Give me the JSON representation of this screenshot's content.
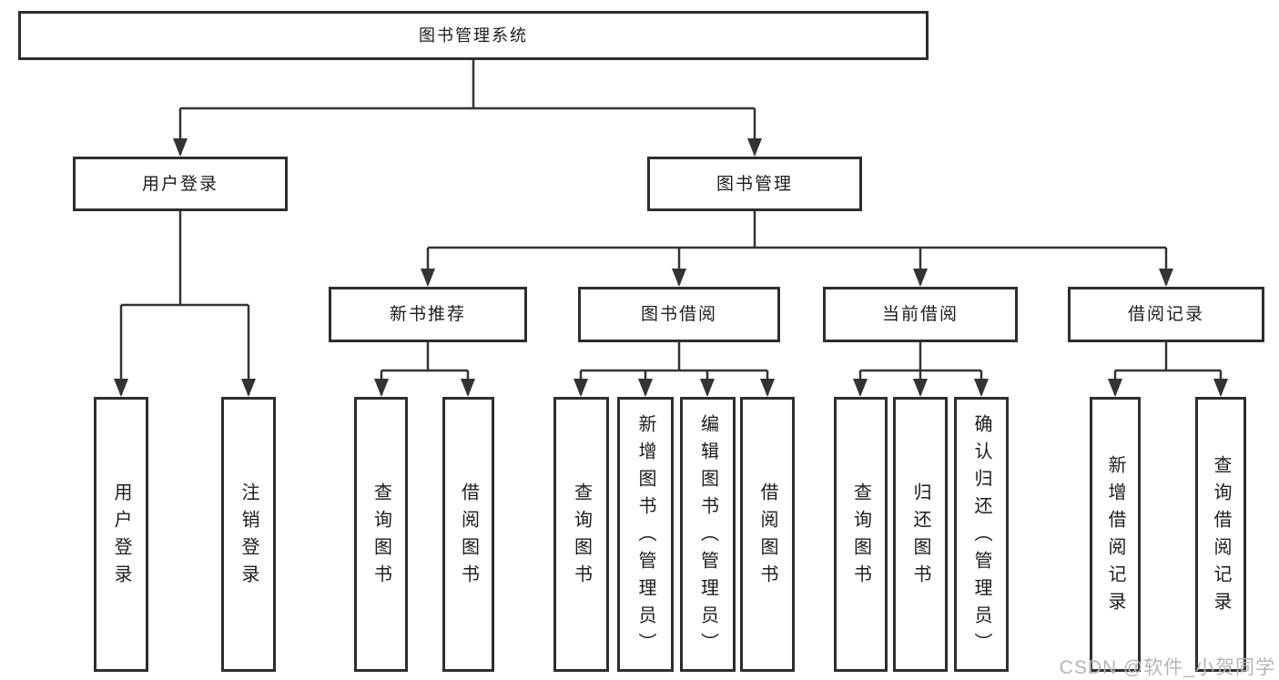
{
  "tree": {
    "root": {
      "label": "图书管理系统"
    },
    "branches": [
      {
        "label": "用户登录",
        "children": [
          {
            "label": "用户登录"
          },
          {
            "label": "注销登录"
          }
        ]
      },
      {
        "label": "图书管理",
        "children": [
          {
            "label": "新书推荐",
            "children": [
              {
                "label": "查询图书"
              },
              {
                "label": "借阅图书"
              }
            ]
          },
          {
            "label": "图书借阅",
            "children": [
              {
                "label": "查询图书"
              },
              {
                "label": "新增图书（管理员）"
              },
              {
                "label": "编辑图书（管理员）"
              },
              {
                "label": "借阅图书"
              }
            ]
          },
          {
            "label": "当前借阅",
            "children": [
              {
                "label": "查询图书"
              },
              {
                "label": "归还图书"
              },
              {
                "label": "确认归还（管理员）"
              }
            ]
          },
          {
            "label": "借阅记录",
            "children": [
              {
                "label": "新增借阅记录"
              },
              {
                "label": "查询借阅记录"
              }
            ]
          }
        ]
      }
    ]
  },
  "watermark": "CSDN @软件_小贺同学",
  "colors": {
    "line": "#333333",
    "box_border": "#2e2e2e",
    "text": "#1c1c1c",
    "background": "#ffffff",
    "watermark": "#b5b5b5"
  }
}
